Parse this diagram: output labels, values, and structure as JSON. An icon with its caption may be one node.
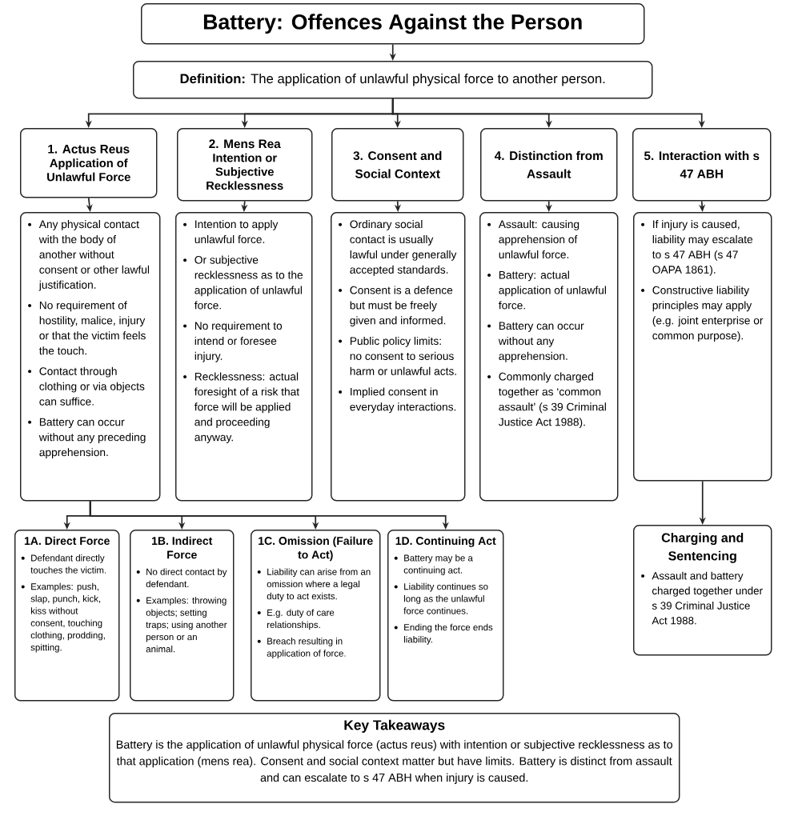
{
  "diagram": {
    "nodes": [
      {
        "text": [
          "Battery: Offences Against the Person"
        ]
      },
      {
        "text": [
          "**Definition:** The application of unlawful physical force to another person."
        ]
      },
      {
        "text": [
          "1. Actus Reus",
          "Application of Unlawful Force"
        ]
      },
      {
        "text": [
          "2. Mens Rea",
          "Intention or Subjective Recklessness"
        ]
      },
      {
        "text": [
          "3. Consent and Social Context"
        ]
      },
      {
        "text": [
          "4. Distinction from Assault"
        ]
      },
      {
        "text": [
          "5. Interaction with s 47 ABH"
        ]
      },
      {
        "text": [
          "Any physical contact with the body of another without consent or other lawful justification.",
          "No requirement of hostility, malice, injury or that the victim feels the touch.",
          "Contact through clothing or via objects can suffice.",
          "Battery can occur without any preceding apprehension."
        ]
      },
      {
        "text": [
          "Intention to apply unlawful force.",
          "Or subjective recklessness as to the application of unlawful force.",
          "No requirement to intend or foresee injury.",
          "Recklessness: actual foresight of a risk that force will be applied and proceeding anyway."
        ]
      },
      {
        "text": [
          "Ordinary social contact is usually lawful under generally accepted standards.",
          "Consent is a defence but must be freely given and informed.",
          "Public policy limits: no consent to serious harm or unlawful acts.",
          "Implied consent in everyday interactions."
        ]
      },
      {
        "text": [
          "Assault: causing apprehension of unlawful force.",
          "Battery: actual application of unlawful force.",
          "Battery can occur without any apprehension.",
          "Commonly charged together as ‘common assault’ (s 39 Criminal Justice Act 1988)."
        ]
      },
      {
        "text": [
          "If injury is caused, liability may escalate to s 47 ABH (s 47 OAPA 1861).",
          "Constructive liability principles may apply (e.g. joint enterprise or common purpose)."
        ]
      },
      {
        "text": [
          "1A. Direct Force",
          "Defendant directly touches the victim.",
          "Examples: push, slap, punch, kick, kiss without consent, touching clothing, prodding, spitting."
        ]
      },
      {
        "text": [
          "1B. Indirect Force",
          "No direct contact by defendant.",
          "Examples: throwing objects; setting traps; using another person or an animal."
        ]
      },
      {
        "text": [
          "1C. Omission (Failure to Act)",
          "Liability can arise from an omission where a legal duty to act exists.",
          "E.g. duty of care relationships.",
          "Breach resulting in application of force."
        ]
      },
      {
        "text": [
          "1D. Continuing Act",
          "Battery may be a continuing act.",
          "Liability continues so long as the unlawful force continues.",
          "Ending the force ends liability."
        ]
      },
      {
        "text": [
          "Charging and Sentencing",
          "Assault and battery charged together under s 39 Criminal Justice Act 1988."
        ]
      },
      {
        "text": [
          "Key Takeaways",
          "Battery is the application of unlawful physical force (actus reus) with intention or subjective recklessness as to that application (mens rea). Consent and social context matter but have limits. Battery is distinct from assault and can escalate to s 47 ABH when injury is caused."
        ]
      }
    ],
    "edges": [
      {
        "from": 0,
        "to": 1,
        "arrow": "to"
      },
      {
        "from": 1,
        "to": 2,
        "arrow": "to"
      },
      {
        "from": 1,
        "to": 3,
        "arrow": "to"
      },
      {
        "from": 1,
        "to": 4,
        "arrow": "to"
      },
      {
        "from": 1,
        "to": 5,
        "arrow": "to"
      },
      {
        "from": 1,
        "to": 6,
        "arrow": "to"
      },
      {
        "from": 2,
        "to": 7,
        "arrow": "to"
      },
      {
        "from": 3,
        "to": 8,
        "arrow": "to"
      },
      {
        "from": 4,
        "to": 9,
        "arrow": "to"
      },
      {
        "from": 5,
        "to": 10,
        "arrow": "to"
      },
      {
        "from": 6,
        "to": 11,
        "arrow": "to"
      },
      {
        "from": 7,
        "to": 12,
        "arrow": "to"
      },
      {
        "from": 7,
        "to": 13,
        "arrow": "to"
      },
      {
        "from": 7,
        "to": 14,
        "arrow": "to"
      },
      {
        "from": 7,
        "to": 15,
        "arrow": "to"
      },
      {
        "from": 11,
        "to": 16,
        "arrow": "to"
      }
    ]
  }
}
